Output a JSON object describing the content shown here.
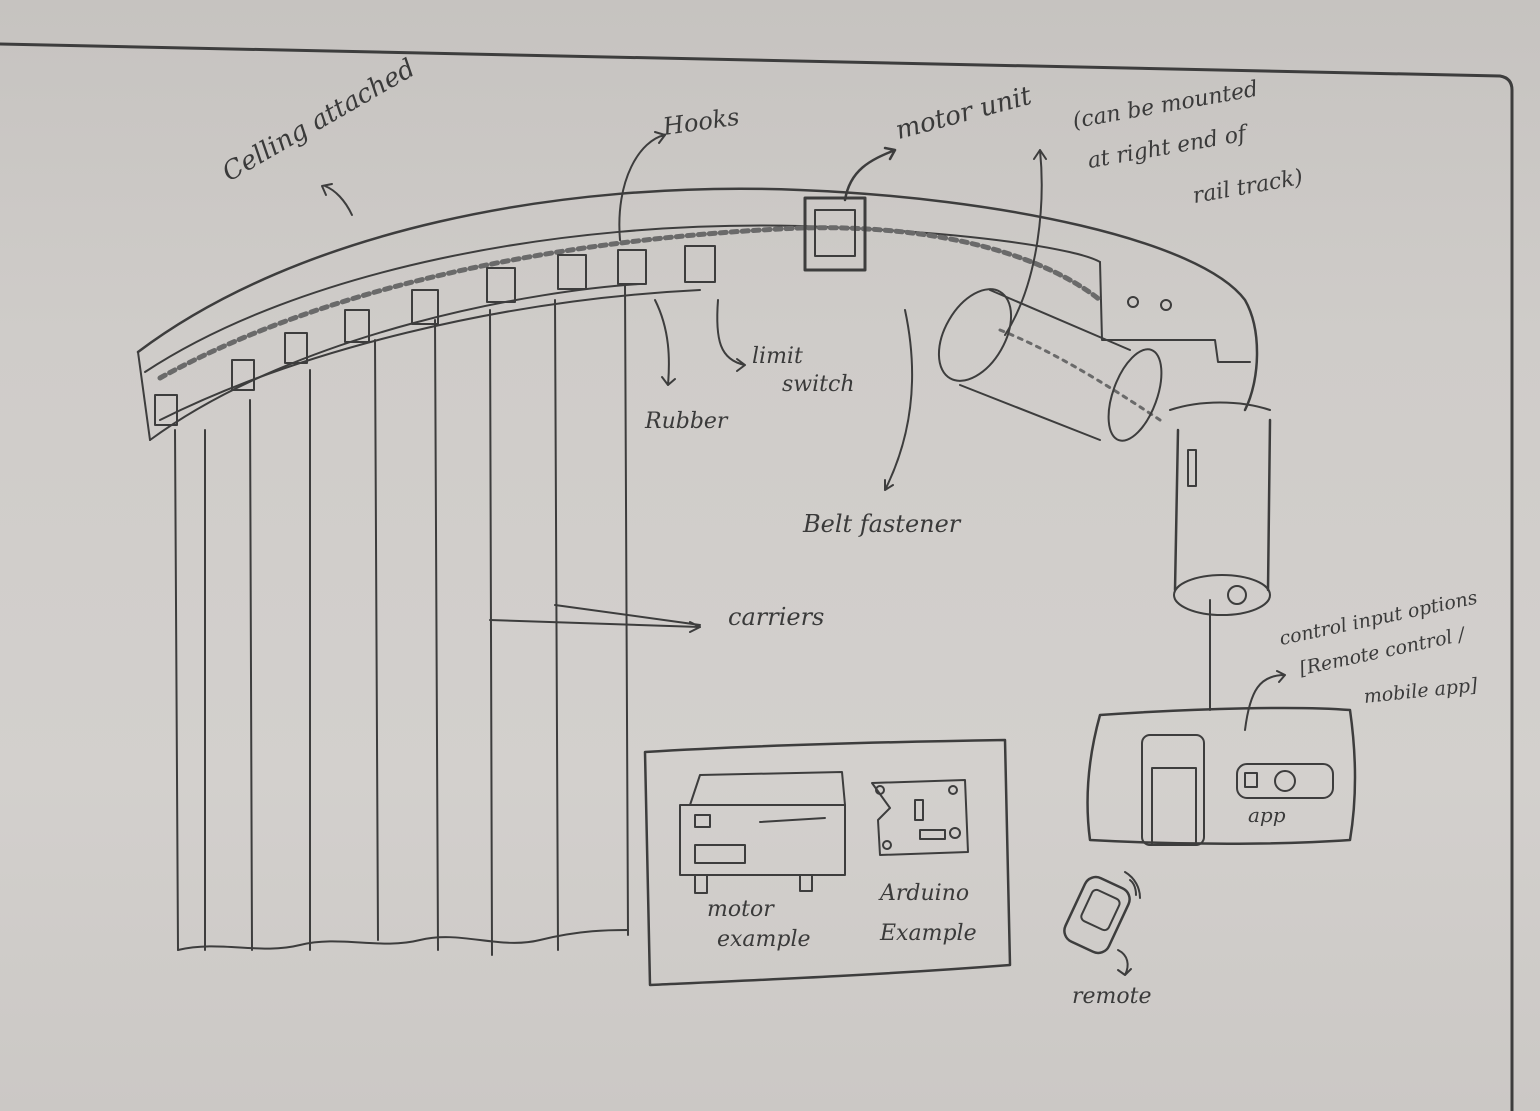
{
  "diagram": {
    "title": "Motorized curtain rail system sketch",
    "medium": "pencil on paper",
    "colors": {
      "paper": "#cfccc9",
      "pencil": "#3d3d3d"
    },
    "labels": {
      "ceiling_attached": "Celling attached",
      "hooks": "Hooks",
      "motor_unit": "motor unit",
      "motor_note": [
        "(can be mounted",
        "at right end of",
        "rail track)"
      ],
      "rubber": "Rubber",
      "limit_switch": [
        "limit",
        "switch"
      ],
      "belt_fastener": "Belt fastener",
      "carriers": "carriers",
      "control_input": [
        "control input options",
        "[Remote control /",
        "mobile app]"
      ],
      "app": "app",
      "remote": "remote",
      "motor_example": [
        "motor",
        "example"
      ],
      "arduino_example": [
        "Arduino",
        "Example"
      ]
    },
    "components": [
      {
        "name": "curved ceiling rail"
      },
      {
        "name": "belt chain"
      },
      {
        "name": "hooks / carriers"
      },
      {
        "name": "motor unit"
      },
      {
        "name": "vertical drop pipe"
      },
      {
        "name": "curtain panels"
      },
      {
        "name": "control box (phone + app)"
      },
      {
        "name": "handheld remote"
      },
      {
        "name": "example inset (motor, Arduino board)"
      }
    ]
  }
}
